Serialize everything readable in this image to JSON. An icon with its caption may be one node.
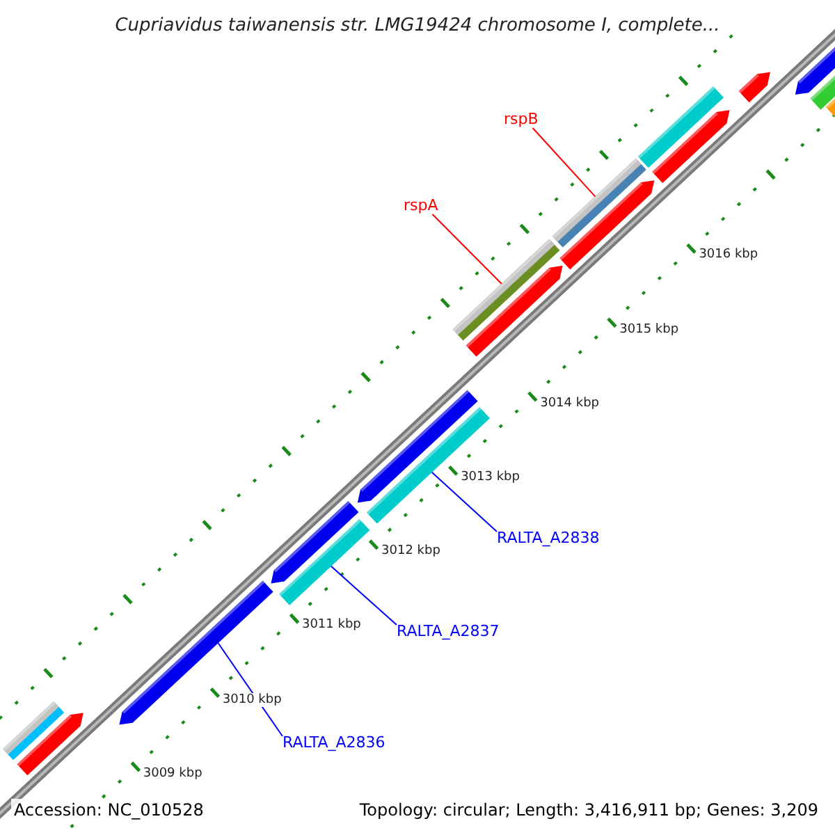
{
  "diagram": {
    "title": "Cupriavidus taiwanensis str. LMG19424 chromosome I, complete...",
    "nodes": [
      {
        "text": [
          "rspB"
        ]
      },
      {
        "text": [
          "rspA"
        ]
      },
      {
        "text": [
          "RALTA_A2838"
        ]
      },
      {
        "text": [
          "RALTA_A2837"
        ]
      },
      {
        "text": [
          "RALTA_A2836"
        ]
      },
      {
        "text": [],
        "shape": "bar"
      },
      {
        "text": [],
        "shape": "bar"
      },
      {
        "text": [],
        "shape": "bar"
      },
      {
        "text": [],
        "shape": "bar"
      },
      {
        "text": [],
        "shape": "bar"
      },
      {
        "text": [],
        "shape": "bar"
      },
      {
        "text": [],
        "shape": "bar"
      },
      {
        "text": [],
        "shape": "bar"
      },
      {
        "text": [],
        "shape": "bar"
      },
      {
        "text": [],
        "shape": "bar"
      },
      {
        "text": [],
        "shape": "bar"
      },
      {
        "text": [],
        "shape": "bar"
      },
      {
        "text": [],
        "shape": "bar"
      },
      {
        "text": [],
        "shape": "bar"
      },
      {
        "text": [],
        "shape": "bar"
      },
      {
        "text": [],
        "shape": "bar"
      },
      {
        "text": [],
        "shape": "bar"
      }
    ],
    "edges": [
      {
        "from": 0,
        "to": 11,
        "arrow": "none",
        "color": "#ff0000"
      },
      {
        "from": 1,
        "to": 13,
        "arrow": "none",
        "color": "#ff0000"
      },
      {
        "from": 2,
        "to": 16,
        "arrow": "none",
        "color": "#0000ff"
      },
      {
        "from": 3,
        "to": 18,
        "arrow": "none",
        "color": "#0000ff"
      },
      {
        "from": 4,
        "to": 19,
        "arrow": "none",
        "color": "#0000ff"
      }
    ],
    "labels": [
      "3016 kbp",
      "3015 kbp",
      "3014 kbp",
      "3013 kbp",
      "3012 kbp",
      "3011 kbp",
      "3010 kbp",
      "3009 kbp",
      "Accession: NC_010528",
      "Topology: circular; Length: 3,416,911 bp; Genes: 3,209"
    ]
  }
}
